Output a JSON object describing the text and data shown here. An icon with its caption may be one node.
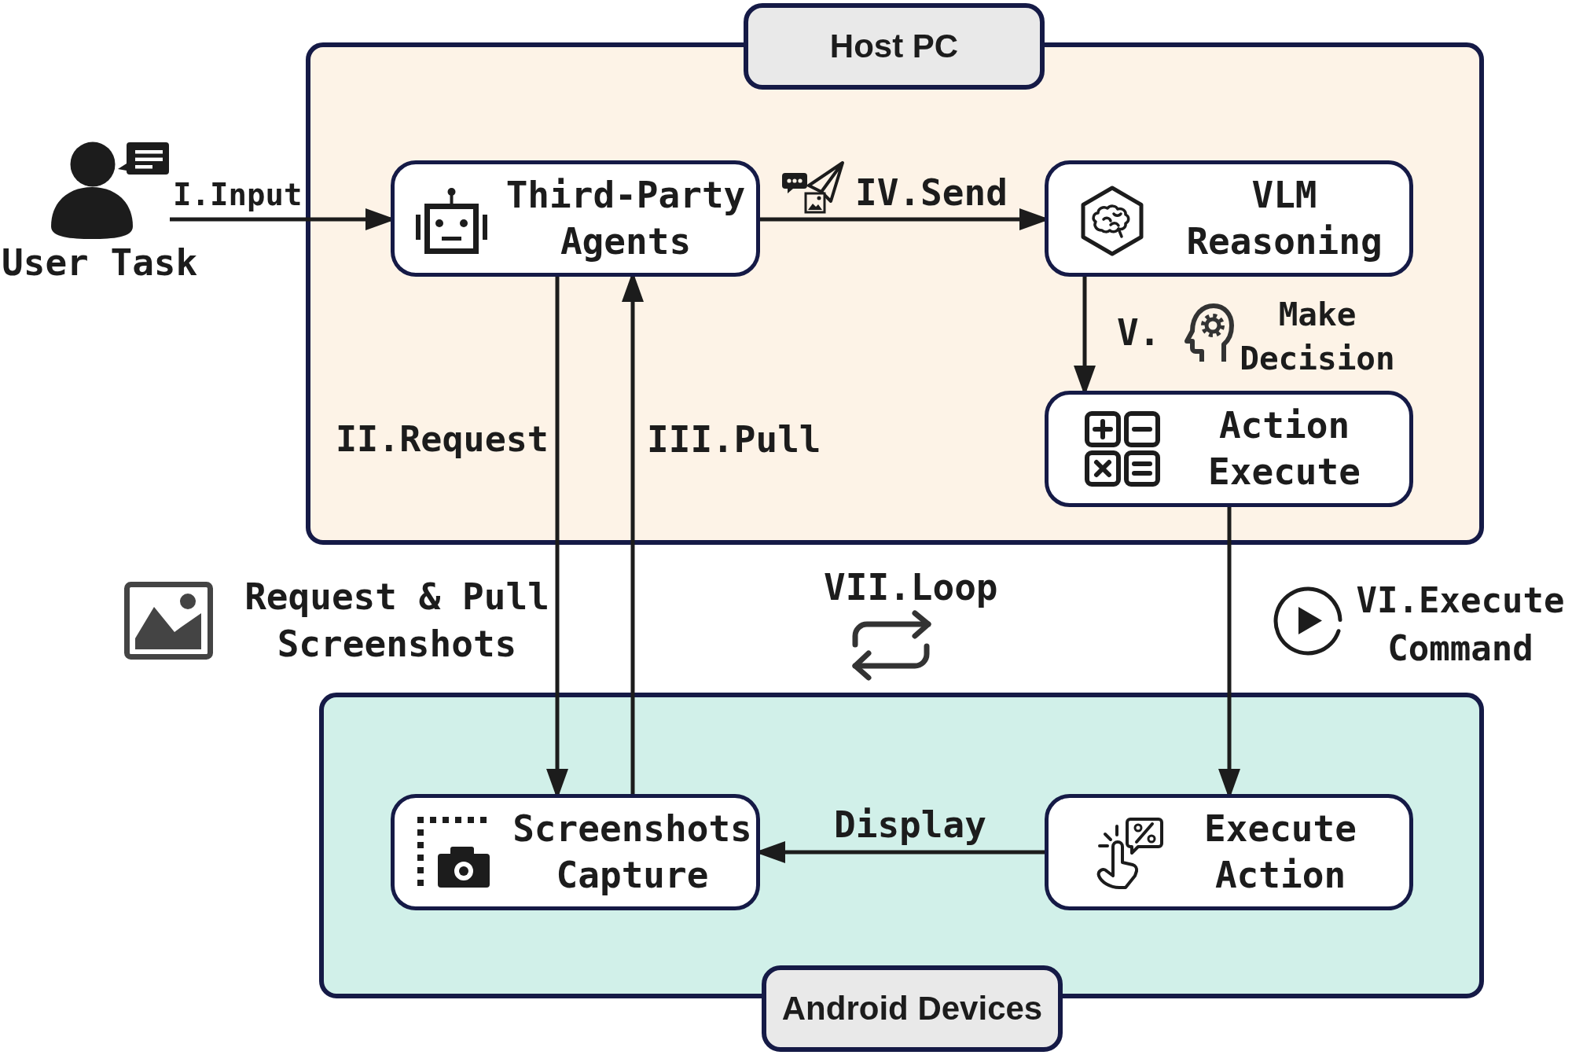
{
  "diagram": {
    "nodes": [
      {
        "text": [
          "Host PC"
        ]
      },
      {
        "text": [],
        "shape": "person",
        "beside": [
          "User Task"
        ]
      },
      {
        "text": [
          "Third-Party Agents"
        ],
        "in": 0
      },
      {
        "text": [
          "VLM Reasoning"
        ],
        "in": 0
      },
      {
        "text": [
          "Action Execute"
        ],
        "in": 0
      },
      {
        "text": [
          "Android Devices"
        ]
      },
      {
        "text": [
          "Screenshots Capture"
        ],
        "in": 5
      },
      {
        "text": [
          "Execute Action"
        ],
        "in": 5
      }
    ],
    "edges": [
      {
        "from": 1,
        "to": 2,
        "arrow": "to",
        "label": "I.Input"
      },
      {
        "from": 2,
        "to": 6,
        "arrow": "to",
        "label": "II.Request"
      },
      {
        "from": 6,
        "to": 2,
        "arrow": "to",
        "label": "III.Pull"
      },
      {
        "from": 2,
        "to": 3,
        "arrow": "to",
        "label": "IV.Send"
      },
      {
        "from": 3,
        "to": 4,
        "arrow": "to",
        "label": "V."
      },
      {
        "from": 4,
        "to": 7,
        "arrow": "to",
        "label": "VI.Execute Command"
      },
      {
        "from": 7,
        "to": 6,
        "arrow": "to",
        "label": "Display"
      }
    ],
    "labels": [
      "Make Decision",
      "Request & Pull Screenshots",
      "VII.Loop"
    ]
  }
}
